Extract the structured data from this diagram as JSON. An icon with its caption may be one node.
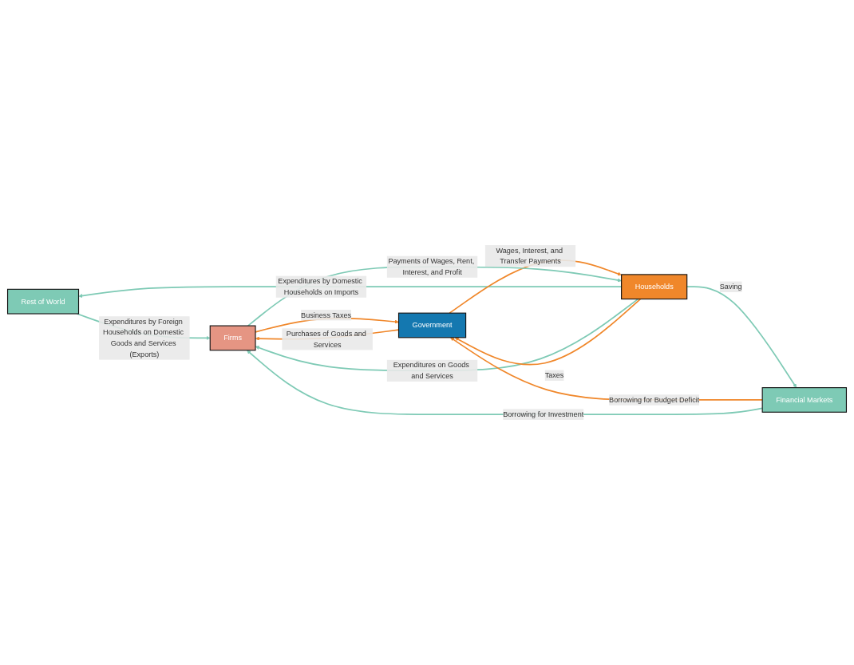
{
  "diagram": {
    "nodes": [
      {
        "text": [
          "Rest of World"
        ]
      },
      {
        "text": [
          "Households"
        ]
      },
      {
        "text": [
          "Government"
        ]
      },
      {
        "text": [
          "Firms"
        ]
      },
      {
        "text": [
          "Financial Markets"
        ]
      }
    ],
    "edges": [
      {
        "from": 1,
        "to": 0,
        "arrow": "to",
        "label": "Expenditures by Domestic Households on Imports"
      },
      {
        "from": 0,
        "to": 3,
        "arrow": "to",
        "label": "Expenditures by Foreign Households on Domestic Goods and Services (Exports)"
      },
      {
        "from": 1,
        "to": 3,
        "arrow": "to",
        "label": "Expenditures on Goods and Services"
      },
      {
        "from": 1,
        "to": 2,
        "arrow": "to",
        "label": "Taxes",
        "color": "#f0872a"
      },
      {
        "from": 2,
        "to": 1,
        "arrow": "to",
        "label": "Wages, Interest, and Transfer Payments",
        "color": "#f0872a"
      },
      {
        "from": 2,
        "to": 3,
        "arrow": "to",
        "label": "Purchases of Goods and Services",
        "color": "#f0872a"
      },
      {
        "from": 3,
        "to": 2,
        "arrow": "to",
        "label": "Business Taxes",
        "color": "#f0872a"
      },
      {
        "from": 4,
        "to": 2,
        "arrow": "to",
        "label": "Borrowing for Budget Deficit",
        "color": "#f0872a"
      },
      {
        "from": 3,
        "to": 1,
        "arrow": "to",
        "label": "Payments of Wages, Rent, Interest, and Profit"
      },
      {
        "from": 1,
        "to": 4,
        "arrow": "to",
        "label": "Saving"
      },
      {
        "from": 4,
        "to": 3,
        "arrow": "to",
        "label": "Borrowing for Investment"
      }
    ]
  }
}
